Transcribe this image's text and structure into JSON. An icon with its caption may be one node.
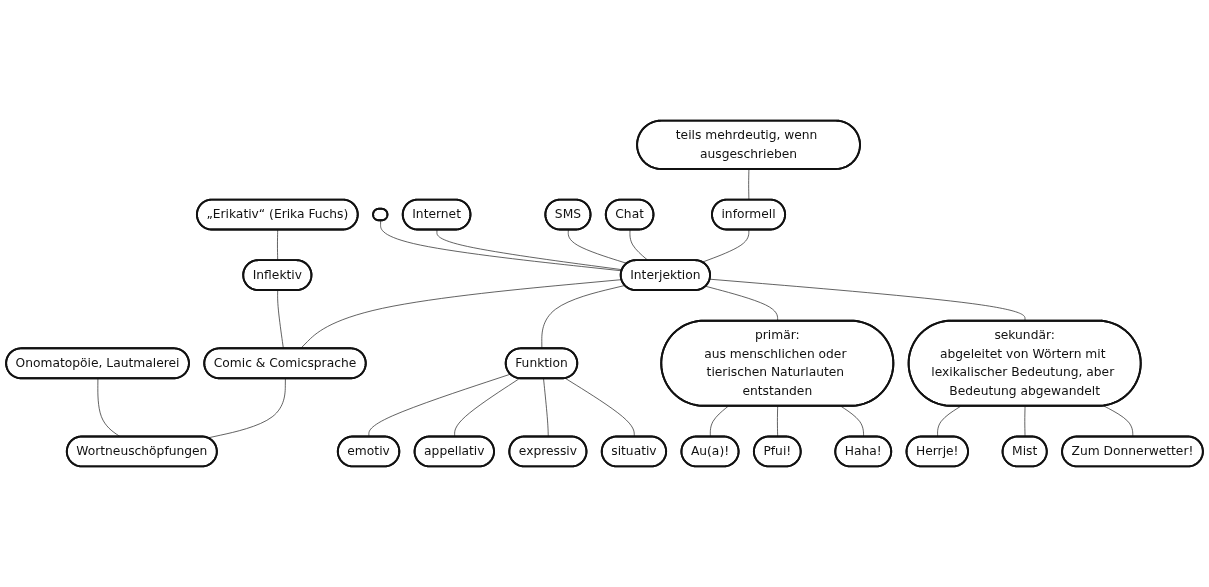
{
  "diagram": {
    "nodes": [
      {
        "text": [
          "teils mehrdeutig, wenn ausgeschrieben"
        ]
      },
      {
        "text": [
          "SMS"
        ]
      },
      {
        "text": [
          "„Erikativ“ (Erika Fuchs)"
        ]
      },
      {
        "text": [
          "Chat"
        ]
      },
      {
        "text": [],
        "shape": "ellipse"
      },
      {
        "text": [
          "Inflektiv"
        ]
      },
      {
        "text": [
          "informell"
        ]
      },
      {
        "text": [
          "Internet"
        ]
      },
      {
        "text": [
          "Onomatopöie, Lautmalerei"
        ]
      },
      {
        "text": [
          "Comic & Comicsprache"
        ]
      },
      {
        "text": [
          "emotiv"
        ]
      },
      {
        "text": [
          "Interjektion"
        ]
      },
      {
        "text": [
          "Wortneuschöpfungen"
        ]
      },
      {
        "text": [
          "Funktion"
        ]
      },
      {
        "text": [
          "appellativ"
        ]
      },
      {
        "text": [
          "primär:",
          "aus menschlichen oder tierischen Naturlauten entstanden"
        ]
      },
      {
        "text": [
          "sekundär:",
          "abgeleitet von Wörtern mit lexikalischer Bedeutung, aber Bedeutung abgewandelt"
        ]
      },
      {
        "text": [
          "situativ"
        ]
      },
      {
        "text": [
          "expressiv"
        ]
      },
      {
        "text": [
          "Herrje!"
        ]
      },
      {
        "text": [
          "Mist"
        ]
      },
      {
        "text": [
          "Zum Donnerwetter!"
        ]
      },
      {
        "text": [
          "Au(a)!"
        ]
      },
      {
        "text": [
          "Haha!"
        ]
      },
      {
        "text": [
          "Pfui!"
        ]
      }
    ],
    "edges": [
      {
        "from": 0,
        "to": 6,
        "arrow": "none"
      },
      {
        "from": 6,
        "to": 11,
        "arrow": "none"
      },
      {
        "from": 3,
        "to": 11,
        "arrow": "none"
      },
      {
        "from": 1,
        "to": 11,
        "arrow": "none"
      },
      {
        "from": 7,
        "to": 11,
        "arrow": "none"
      },
      {
        "from": 4,
        "to": 11,
        "arrow": "none"
      },
      {
        "from": 11,
        "to": 9,
        "arrow": "none"
      },
      {
        "from": 2,
        "to": 5,
        "arrow": "none"
      },
      {
        "from": 5,
        "to": 9,
        "arrow": "none"
      },
      {
        "from": 9,
        "to": 12,
        "arrow": "none"
      },
      {
        "from": 8,
        "to": 12,
        "arrow": "none"
      },
      {
        "from": 11,
        "to": 13,
        "arrow": "none"
      },
      {
        "from": 13,
        "to": 10,
        "arrow": "none"
      },
      {
        "from": 13,
        "to": 14,
        "arrow": "none"
      },
      {
        "from": 13,
        "to": 18,
        "arrow": "none"
      },
      {
        "from": 13,
        "to": 17,
        "arrow": "none"
      },
      {
        "from": 11,
        "to": 15,
        "arrow": "none"
      },
      {
        "from": 11,
        "to": 16,
        "arrow": "none"
      },
      {
        "from": 15,
        "to": 22,
        "arrow": "none"
      },
      {
        "from": 15,
        "to": 24,
        "arrow": "none"
      },
      {
        "from": 15,
        "to": 23,
        "arrow": "none"
      },
      {
        "from": 16,
        "to": 19,
        "arrow": "none"
      },
      {
        "from": 16,
        "to": 20,
        "arrow": "none"
      },
      {
        "from": 16,
        "to": 21,
        "arrow": "none"
      }
    ]
  }
}
